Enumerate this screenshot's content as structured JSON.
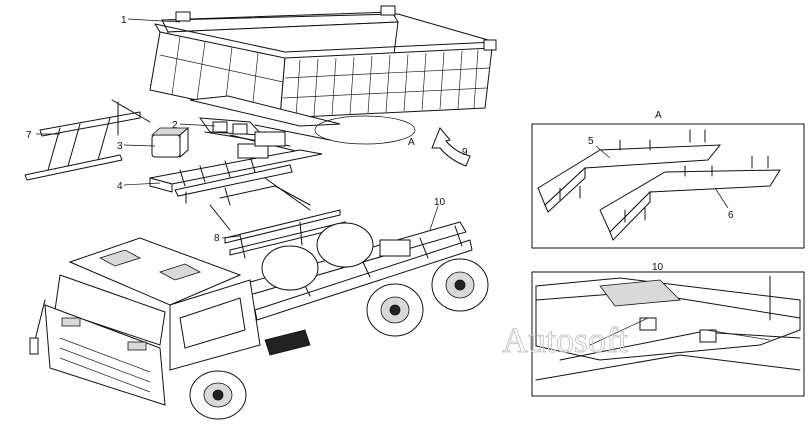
{
  "callouts": {
    "c1": "1",
    "c2": "2",
    "c3": "3",
    "c4": "4",
    "c5": "5",
    "c6": "6",
    "c7": "7",
    "c8": "8",
    "c9": "9",
    "c10": "10",
    "a_leader": "A"
  },
  "inset_a": {
    "label": "A"
  },
  "inset_10": {
    "label": "10"
  },
  "watermark": {
    "text": "Autosoft"
  }
}
